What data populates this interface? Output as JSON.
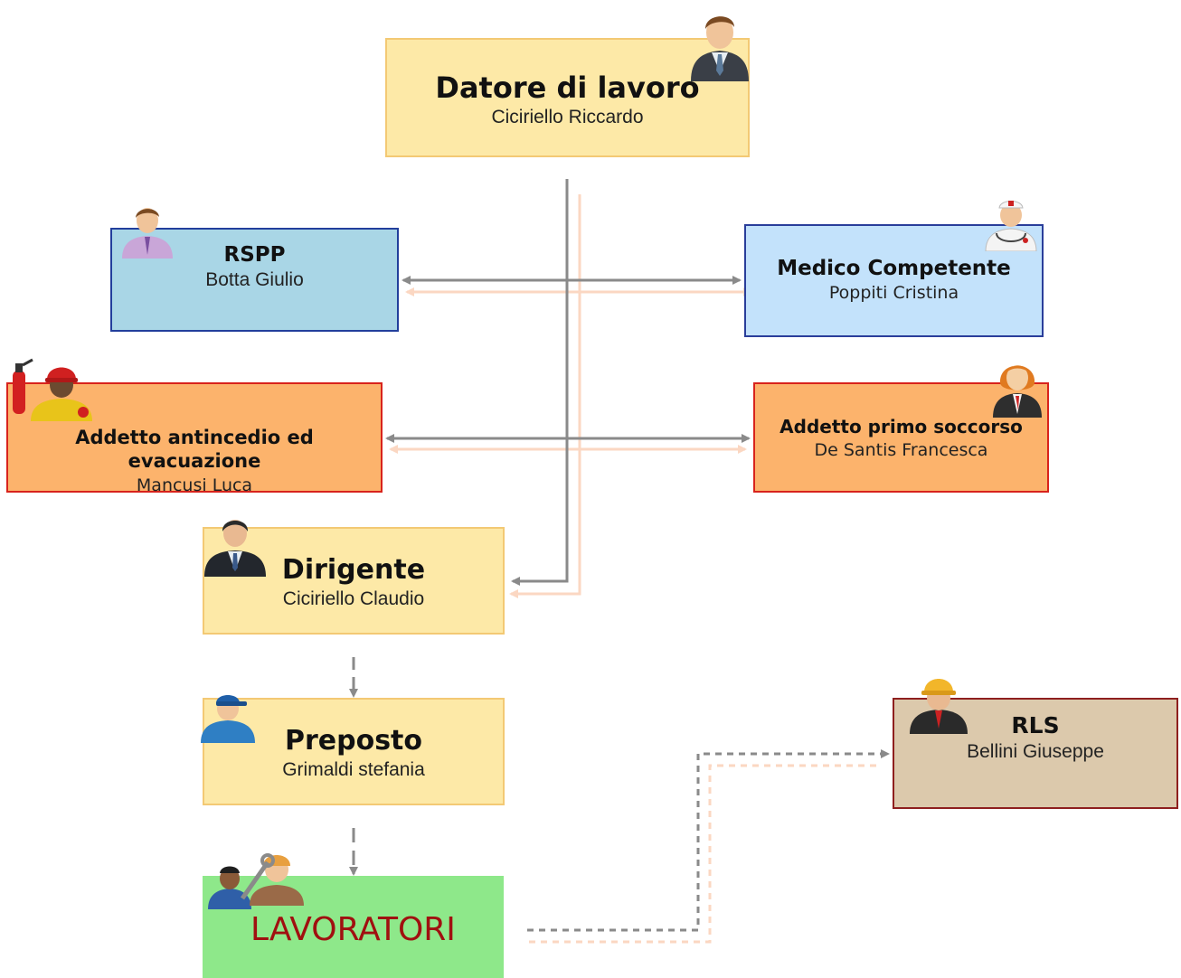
{
  "nodes": {
    "datore": {
      "title": "Datore di lavoro",
      "name": "Ciciriello Riccardo",
      "icon": "businessman-icon"
    },
    "rspp": {
      "title": "RSPP",
      "name": "Botta Giulio",
      "icon": "office-worker-icon"
    },
    "medico": {
      "title": "Medico Competente",
      "name": "Poppiti Cristina",
      "icon": "nurse-icon"
    },
    "antincendio": {
      "title": "Addetto antincedio ed evacuazione",
      "name": "Mancusi Luca",
      "icon": "firefighter-with-extinguisher-icon"
    },
    "primo_soccorso": {
      "title": "Addetto primo soccorso",
      "name": "De Santis Francesca",
      "icon": "female-worker-icon"
    },
    "dirigente": {
      "title": "Dirigente",
      "name": "Ciciriello Claudio",
      "icon": "manager-icon"
    },
    "preposto": {
      "title": "Preposto",
      "name": "Grimaldi stefania",
      "icon": "worker-cap-icon"
    },
    "lavoratori": {
      "title": "LAVORATORI",
      "icon": "workers-with-tools-icon"
    },
    "rls": {
      "title": "RLS",
      "name": "Bellini Giuseppe",
      "icon": "hardhat-worker-icon"
    }
  },
  "colors": {
    "yellow_fill": "#fde9a7",
    "yellow_border": "#f3c974",
    "rspp_fill": "#a9d6e6",
    "medico_fill": "#c3e2fb",
    "blue_border": "#2a3e9a",
    "orange_fill": "#fcb36c",
    "red_border": "#d8231c",
    "green_fill": "#8ee88a",
    "lavoratori_text": "#a01010",
    "rls_fill": "#dcc9ac",
    "rls_border": "#8e1f1f",
    "connector": "#8a8a8a",
    "connector_shadow": "#fbd7c2"
  }
}
